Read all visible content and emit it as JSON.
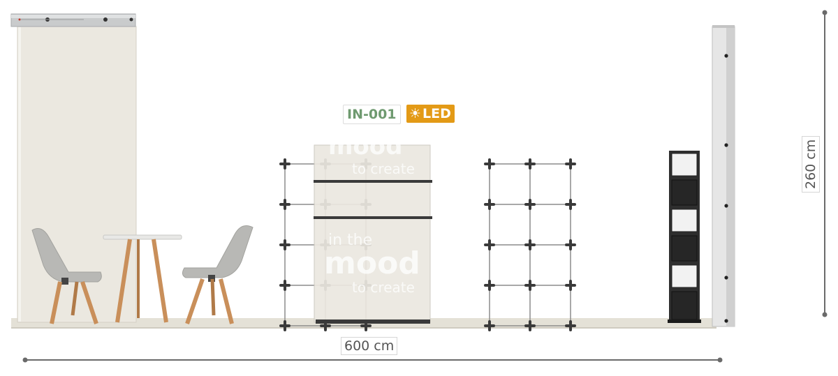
{
  "dimensions": {
    "width_label": "600 cm",
    "height_label": "260 cm"
  },
  "product": {
    "code": "IN-001",
    "led_label": "LED"
  },
  "watermark": {
    "line1": "in the",
    "line2": "mood",
    "line3": "to create"
  },
  "icons": {
    "led": "sun-icon"
  },
  "colors": {
    "code_text": "#6f9a70",
    "led_badge": "#e39a16",
    "dimension_line": "#6a6a6a",
    "wall_panel": "#ebe8e0",
    "floor": "#e4e1d7",
    "cube_frame": "#3a3a3a",
    "brochure_stand": "#2e2e2e",
    "chair_shell": "#b8b8b5",
    "wood": "#c98f5a"
  }
}
